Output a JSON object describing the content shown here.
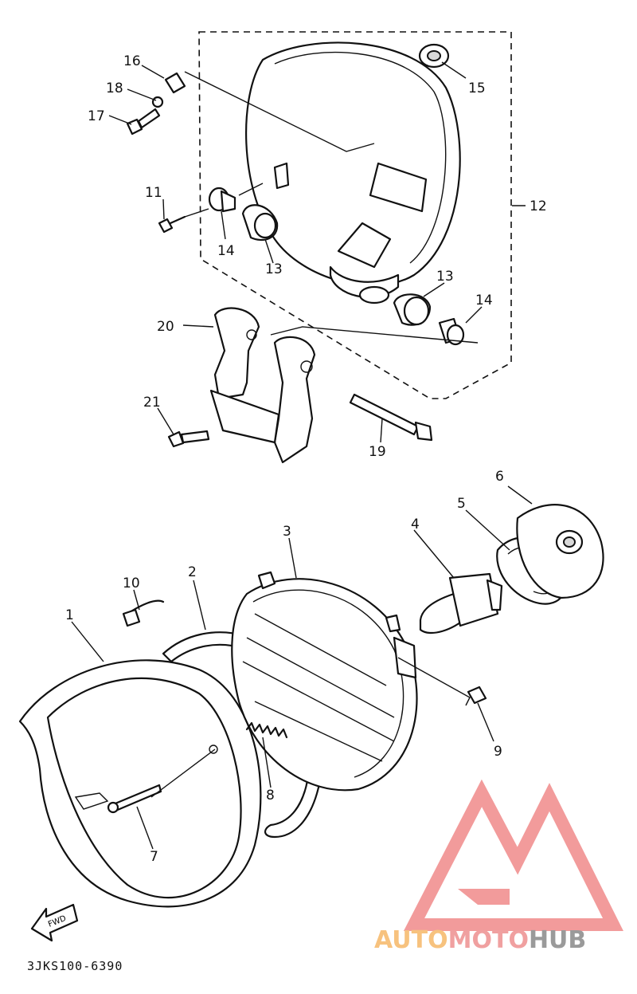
{
  "diagram": {
    "code": "3JKS100-6390",
    "fwd_label": "FWD",
    "callouts": {
      "c1": "1",
      "c2": "2",
      "c3": "3",
      "c4": "4",
      "c5": "5",
      "c6": "6",
      "c7": "7",
      "c8": "8",
      "c9": "9",
      "c10": "10",
      "c11": "11",
      "c12": "12",
      "c13a": "13",
      "c13b": "13",
      "c14a": "14",
      "c14b": "14",
      "c15": "15",
      "c16": "16",
      "c17": "17",
      "c18": "18",
      "c19": "19",
      "c20": "20",
      "c21": "21"
    }
  },
  "watermark": {
    "part1": "AUTO",
    "part2": "MOTO",
    "part3": "HUB",
    "colors": {
      "auto": "#f7c27e",
      "moto": "#f0a0a0",
      "hub": "#9a9a9a",
      "logo": "#f08a8a"
    }
  }
}
